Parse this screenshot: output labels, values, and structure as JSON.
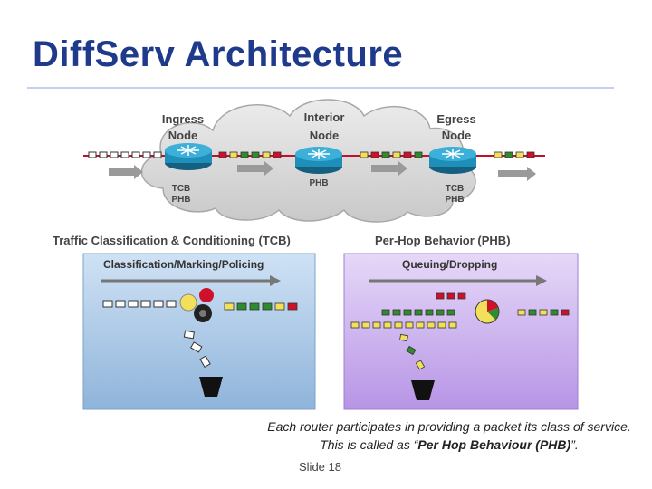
{
  "slide": {
    "title": "DiffServ Architecture",
    "caption_plain": "Each router participates in providing a packet its class of service. This is called as “",
    "caption_bold": "Per Hop Behaviour (PHB)",
    "caption_end": "”.",
    "slide_number": "Slide 18"
  },
  "diagram": {
    "nodes": {
      "ingress": {
        "label_line1": "Ingress",
        "label_line2": "Node",
        "sub1": "TCB",
        "sub2": "PHB"
      },
      "interior": {
        "label_line1": "Interior",
        "label_line2": "Node",
        "sub1": "PHB"
      },
      "egress": {
        "label_line1": "Egress",
        "label_line2": "Node",
        "sub1": "TCB",
        "sub2": "PHB"
      }
    },
    "left_panel": {
      "heading": "Traffic Classification & Conditioning (TCB)",
      "title": "Classification/Marking/Policing"
    },
    "right_panel": {
      "heading": "Per-Hop Behavior (PHB)",
      "title": "Queuing/Dropping"
    },
    "colors": {
      "title": "#1f3a8a",
      "cloud": "#d7d7d7",
      "router": "#1e8fb8",
      "line": "#c0102a",
      "left_panel": "#a9c9e8",
      "right_panel": "#cdb3ee",
      "packet_red": "#d0102a",
      "packet_green": "#2e8b2e",
      "packet_yellow": "#f2e05a"
    }
  }
}
